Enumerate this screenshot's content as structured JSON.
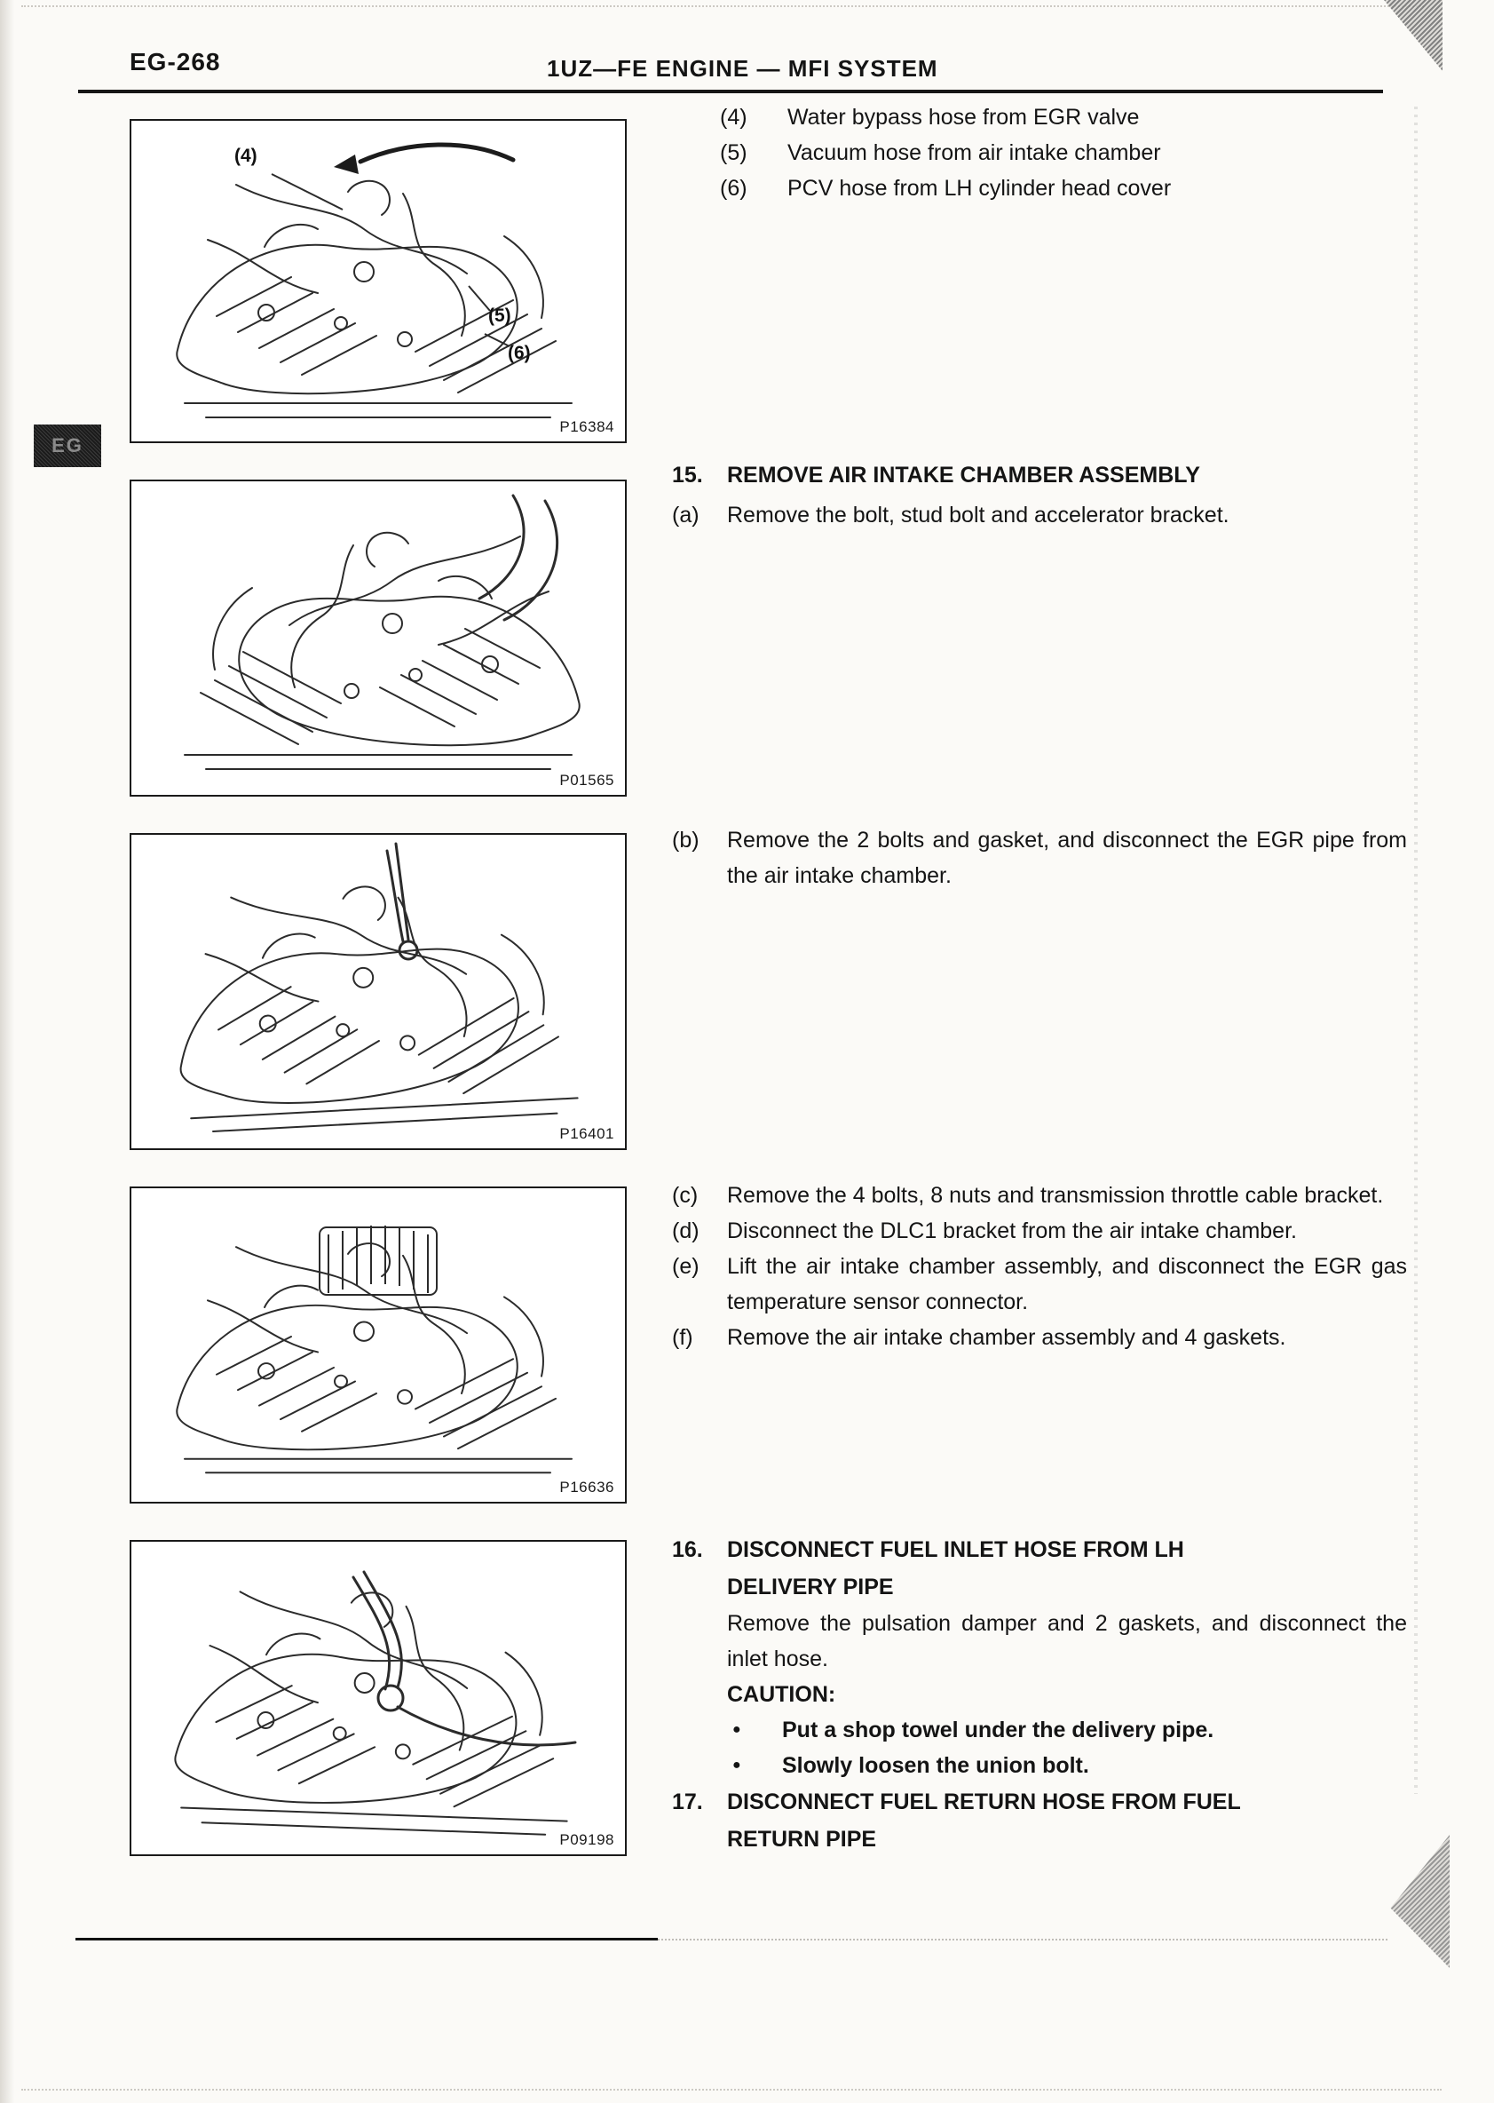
{
  "header": {
    "page_number": "EG-268",
    "title": "1UZ—FE ENGINE — MFI SYSTEM"
  },
  "side_tab": {
    "label": "EG"
  },
  "figures": [
    {
      "code": "P16384",
      "callouts": [
        "(4)",
        "(5)",
        "(6)"
      ]
    },
    {
      "code": "P01565"
    },
    {
      "code": "P16401"
    },
    {
      "code": "P16636"
    },
    {
      "code": "P09198"
    }
  ],
  "hose_list": {
    "items": [
      {
        "label": "(4)",
        "text": "Water bypass hose from EGR valve"
      },
      {
        "label": "(5)",
        "text": "Vacuum hose from air intake chamber"
      },
      {
        "label": "(6)",
        "text": "PCV hose from LH cylinder head cover"
      }
    ]
  },
  "step15": {
    "number": "15.",
    "title": "REMOVE AIR INTAKE CHAMBER ASSEMBLY",
    "items": [
      {
        "label": "(a)",
        "text": "Remove the bolt, stud bolt and accelerator bracket."
      },
      {
        "label": "(b)",
        "text": "Remove the 2 bolts and gasket, and disconnect the EGR pipe from the air intake chamber."
      },
      {
        "label": "(c)",
        "text": "Remove the 4 bolts, 8 nuts and transmission throttle cable bracket."
      },
      {
        "label": "(d)",
        "text": "Disconnect the DLC1 bracket from the air intake chamber."
      },
      {
        "label": "(e)",
        "text": "Lift the air intake chamber assembly, and disconnect the EGR gas temperature sensor connector."
      },
      {
        "label": "(f)",
        "text": "Remove the air intake chamber assembly and 4 gaskets."
      }
    ]
  },
  "step16": {
    "number": "16.",
    "title": "DISCONNECT FUEL INLET HOSE FROM LH DELIVERY PIPE",
    "body": "Remove the pulsation damper and 2 gaskets, and disconnect the inlet hose.",
    "caution_label": "CAUTION:",
    "bullet": "●",
    "cautions": [
      "Put a shop towel under the delivery pipe.",
      "Slowly loosen the union bolt."
    ]
  },
  "step17": {
    "number": "17.",
    "title": "DISCONNECT FUEL RETURN HOSE FROM FUEL RETURN PIPE"
  }
}
